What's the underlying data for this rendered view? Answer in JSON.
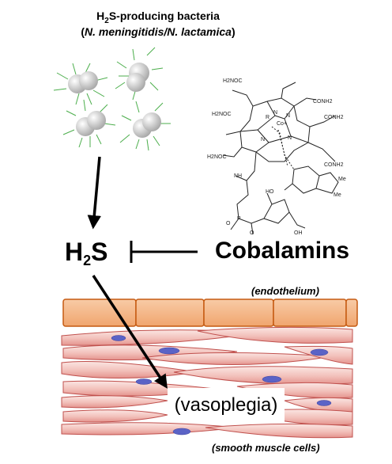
{
  "title": {
    "line1_prefix": "H",
    "line1_sub": "2",
    "line1_suffix": "S-producing bacteria",
    "line2_open": "(",
    "line2_species": "N. meningitidis/N. lactamica",
    "line2_close": ")"
  },
  "labels": {
    "h2s_prefix": "H",
    "h2s_sub": "2",
    "h2s_suffix": "S",
    "cobalamins": "Cobalamins",
    "endothelium": "(endothelium)",
    "vasoplegia": "(vasoplegia)",
    "smooth_muscle": "(smooth muscle cells)"
  },
  "molecule": {
    "atoms": [
      "H2NOC",
      "CONH2",
      "H2NOC",
      "CONH2",
      "H2NOC",
      "CONH2",
      "Co+",
      "R",
      "N",
      "N",
      "N",
      "N",
      "HO",
      "OH",
      "O",
      "P",
      "O",
      "NH",
      "Me",
      "Me"
    ]
  },
  "colors": {
    "bacteria_fill": "#d9d9d9",
    "pili": "#4cae4c",
    "endothelium_fill": "#f4b183",
    "endothelium_stroke": "#c55a11",
    "muscle_fill": "#f2c9c4",
    "muscle_stroke": "#c0504d",
    "nucleus": "#5b63c6"
  }
}
